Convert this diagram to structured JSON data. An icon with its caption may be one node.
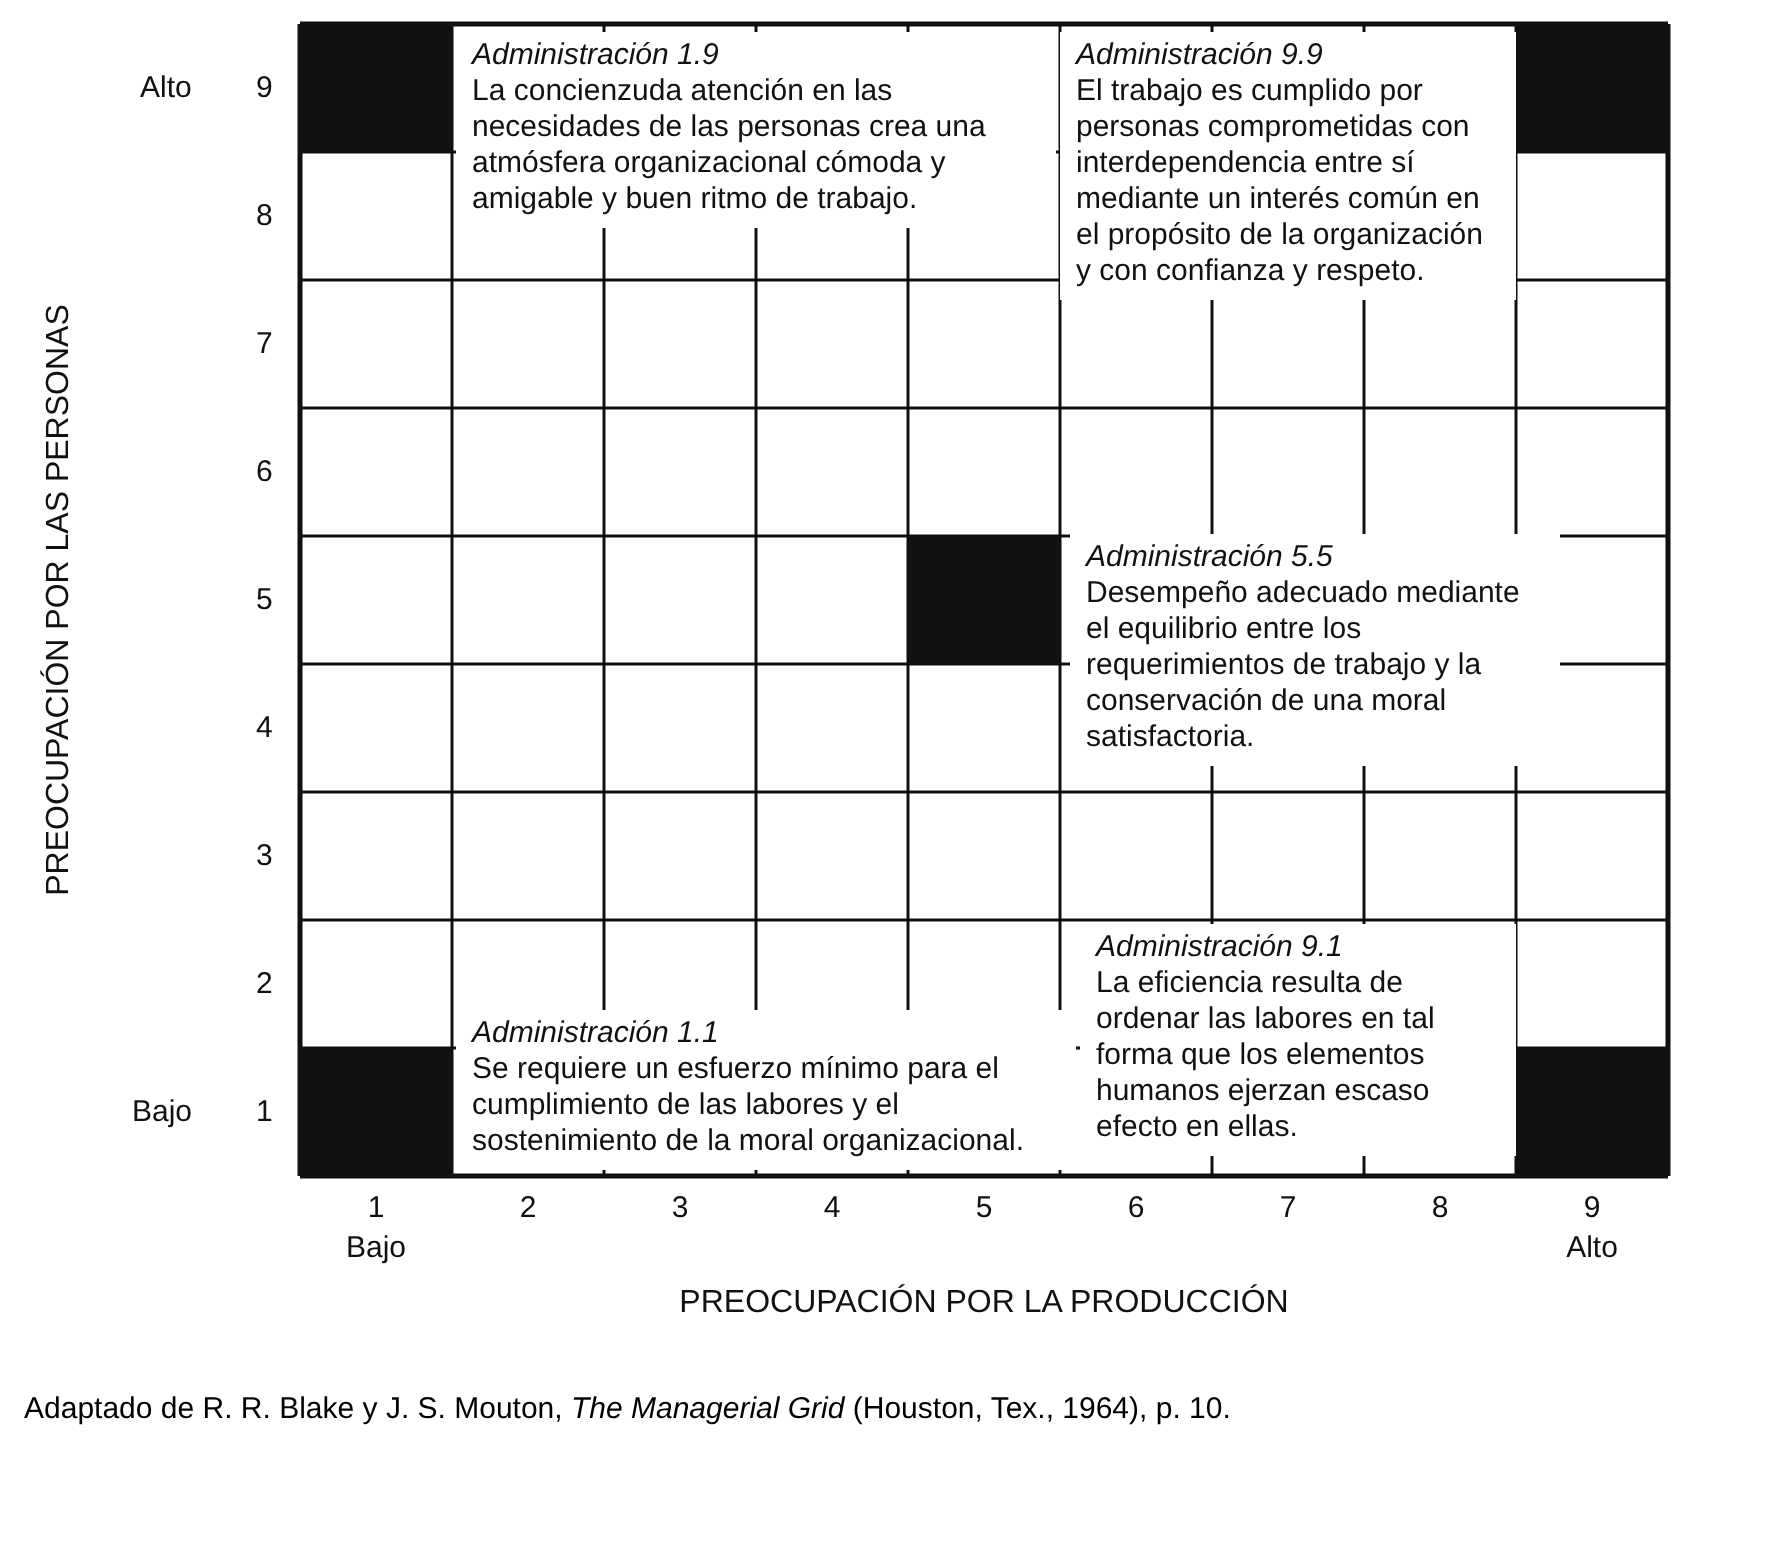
{
  "diagram": {
    "caption": "Adaptado de R. R. Blake y J. S. Mouton, *The Managerial Grid* (Houston, Tex., 1964), p. 10.",
    "nodes": [
      {
        "text": [
          "Administración 1.9",
          "La concienzuda atención en las necesidades de las personas crea una atmósfera organizacional cómoda y amigable y buen ritmo de trabajo."
        ]
      },
      {
        "text": [
          "Administración 9.9",
          "El trabajo es cumplido por personas comprometidas con interdependencia entre sí mediante un interés común en el propósito de la organización y con confianza y respeto."
        ]
      },
      {
        "text": [
          "Administración 5.5",
          "Desempeño adecuado mediante el equilibrio entre los requerimientos de trabajo y la conservación de una moral satisfactoria."
        ]
      },
      {
        "text": [
          "Administración 9.1",
          "La eficiencia resulta de ordenar las labores en tal forma que los elementos humanos ejerzan escaso efecto en ellas."
        ]
      },
      {
        "text": [
          "Administración 1.1",
          "Se requiere un esfuerzo mínimo para el cumplimiento de las labores y el sostenimiento de la moral organizacional."
        ]
      }
    ],
    "edges": [],
    "labels": [
      "PREOCUPACIÓN POR LAS PERSONAS",
      "Alto",
      "9",
      "8",
      "7",
      "6",
      "5",
      "4",
      "3",
      "2",
      "Bajo",
      "1",
      "1",
      "2",
      "3",
      "4",
      "5",
      "6",
      "7",
      "8",
      "9",
      "Bajo",
      "Alto",
      "PREOCUPACIÓN POR LA PRODUCCIÓN"
    ]
  }
}
